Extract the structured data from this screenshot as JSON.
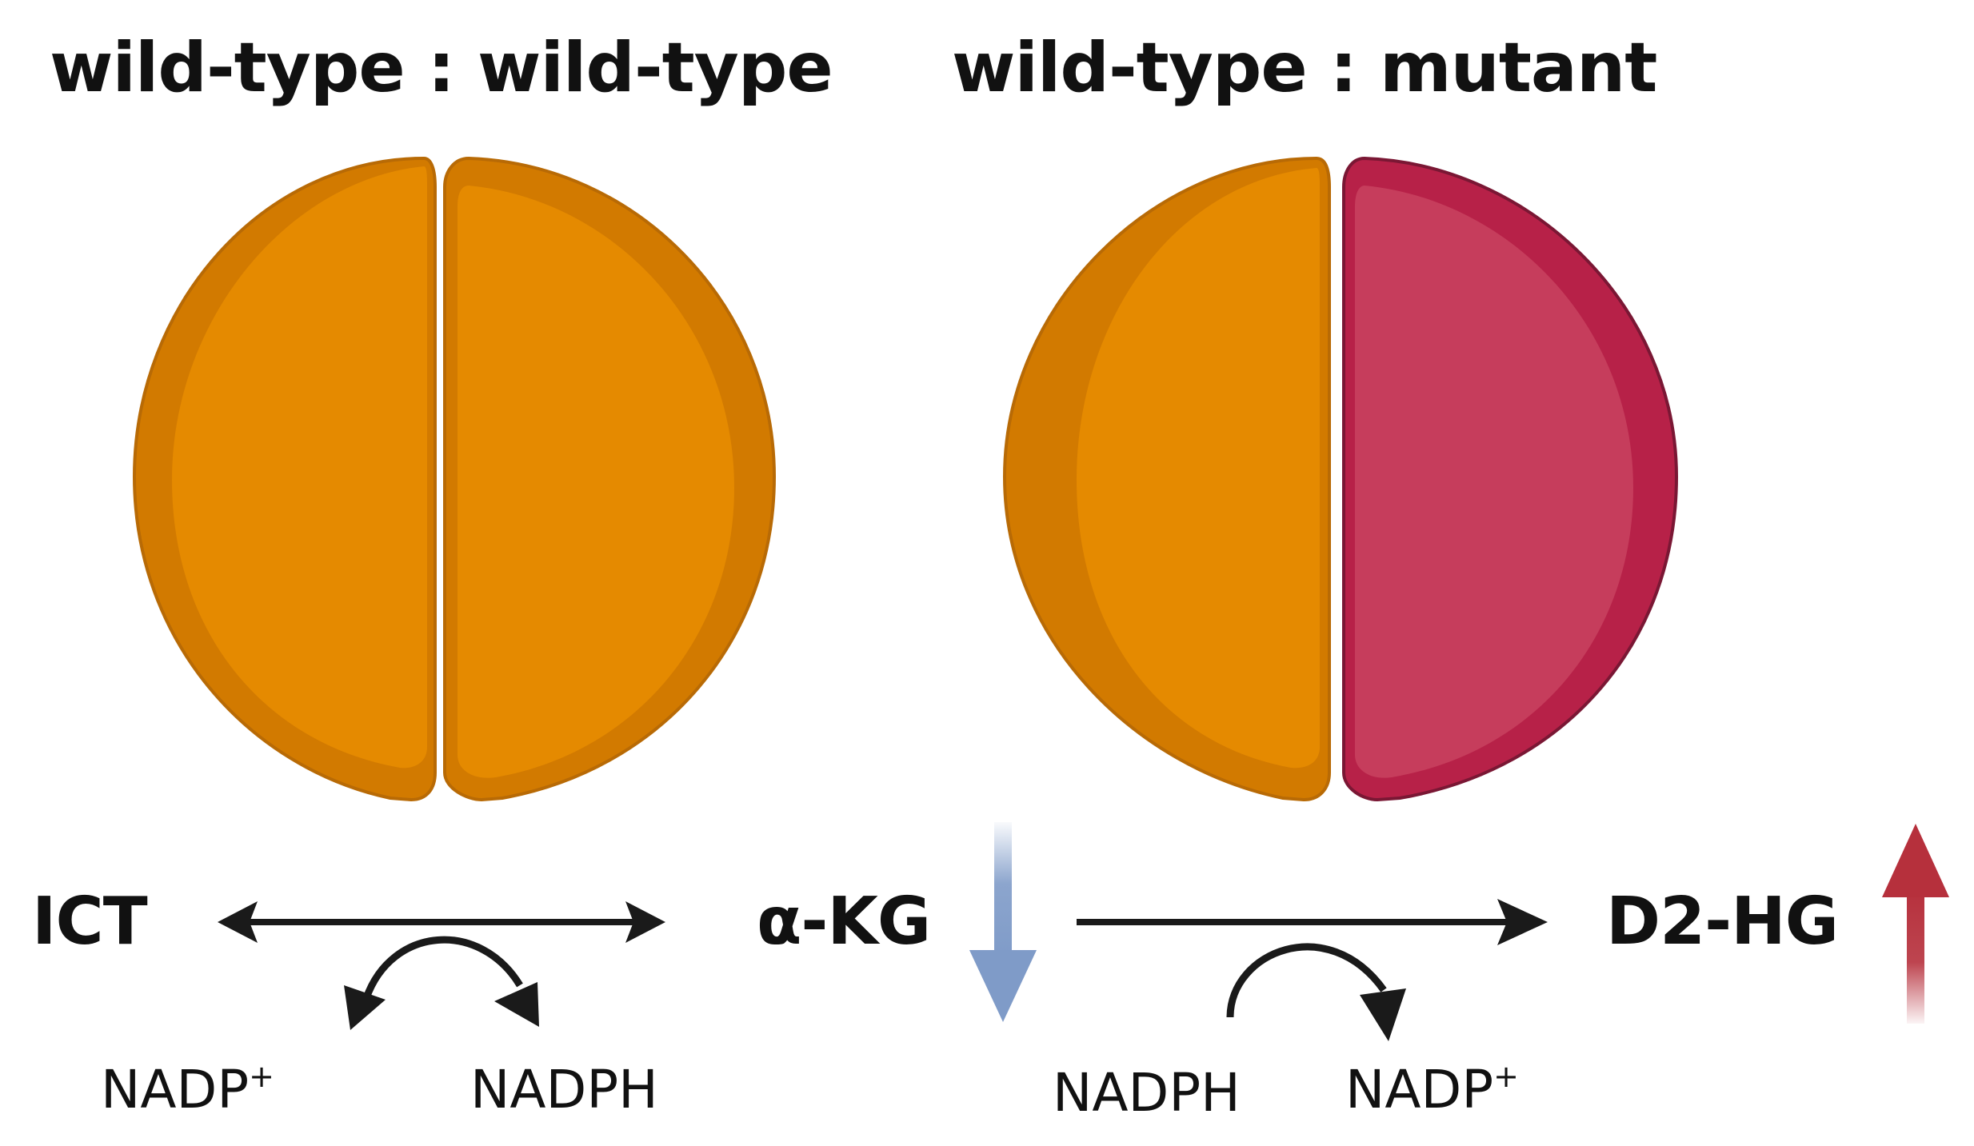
{
  "panels": {
    "left_title": "wild-type : wild-type",
    "right_title": "wild-type : mutant"
  },
  "metabolites": {
    "ict": "ICT",
    "akg": "α-KG",
    "d2hg": "D2-HG"
  },
  "cofactors": {
    "left_substrate_main": "NADP",
    "left_substrate_sup": "+",
    "left_product": "NADPH",
    "right_substrate": "NADPH",
    "right_product_main": "NADP",
    "right_product_sup": "+"
  },
  "colors": {
    "wild_type_fill": "#E58A00",
    "wild_type_shade": "#D27A00",
    "wild_type_edge": "#B86A05",
    "mutant_fill": "#C63D5C",
    "mutant_shade": "#B72148",
    "mutant_edge": "#7A1734",
    "decrease_arrow": "#7F9BC8",
    "increase_arrow": "#B6303C",
    "reaction_arrow": "#1A1A1A"
  },
  "indicators": {
    "akg_change": "decrease",
    "d2hg_change": "increase"
  }
}
